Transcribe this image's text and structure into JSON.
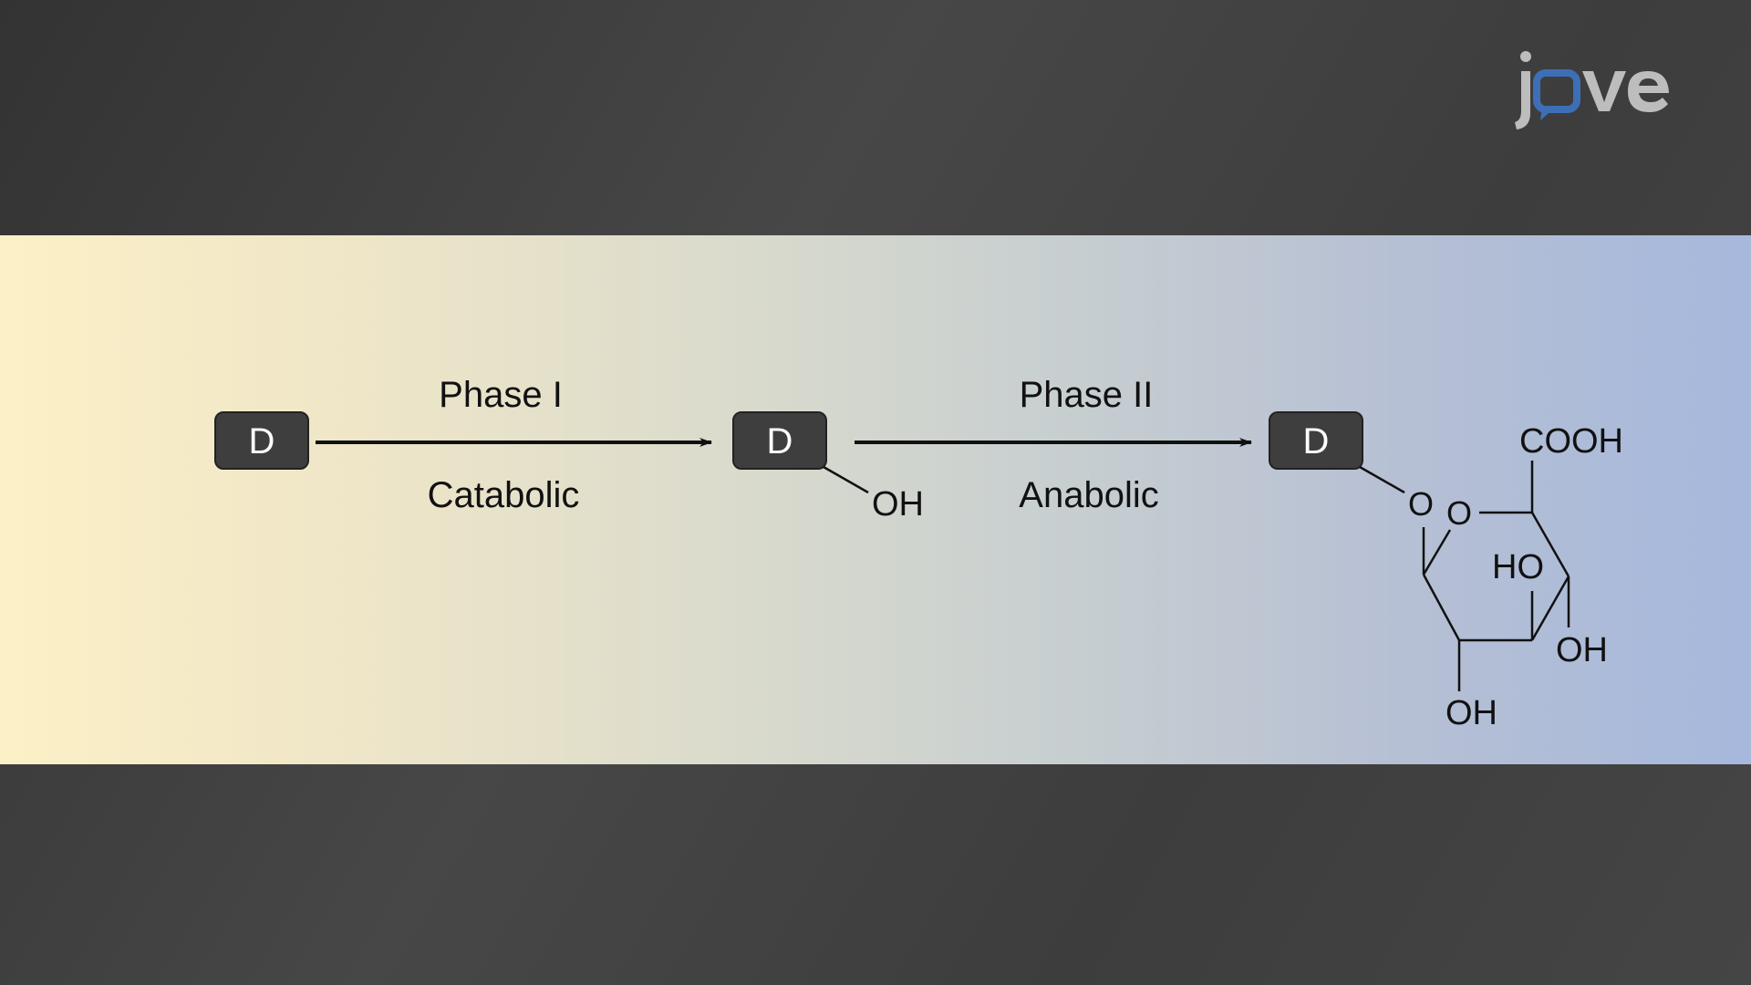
{
  "logo": {
    "text": "jove"
  },
  "steps": [
    {
      "label_top": "Phase I",
      "label_bottom": "Catabolic"
    },
    {
      "label_top": "Phase II",
      "label_bottom": "Anabolic"
    }
  ],
  "molecules": {
    "drug_symbol": "D",
    "hydroxyl": "OH",
    "glucuronide": {
      "linker_o": "O",
      "ring_o": "O",
      "carboxyl": "COOH",
      "ho_ring": "HO",
      "oh_right": "OH",
      "oh_bottom": "OH"
    }
  },
  "colors": {
    "box_fill": "#3e3e3e",
    "box_text": "#ffffff",
    "line": "#111111",
    "logo_grey": "#bdbdbd",
    "logo_blue": "#3d6fb6"
  }
}
